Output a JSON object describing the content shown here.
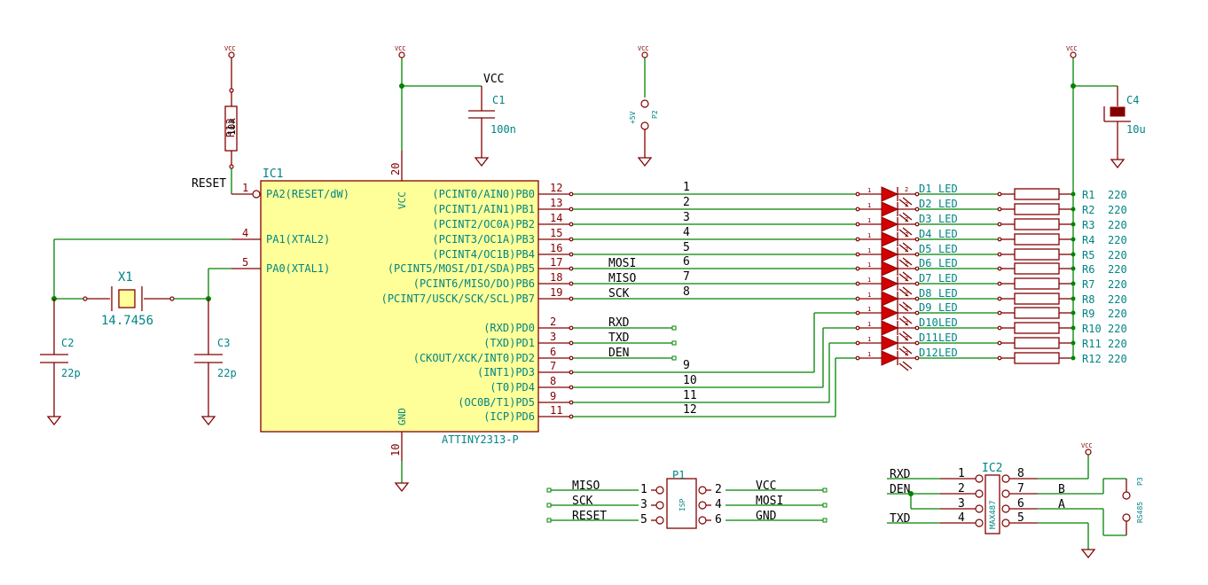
{
  "ic1": {
    "ref": "IC1",
    "value": "ATTINY2313-P",
    "left_pins": [
      {
        "num": "1",
        "name": "PA2(RESET/dW)"
      },
      {
        "num": "4",
        "name": "PA1(XTAL2)"
      },
      {
        "num": "5",
        "name": "PA0(XTAL1)"
      }
    ],
    "right_pins": [
      {
        "num": "12",
        "name": "(PCINT0/AIN0)PB0"
      },
      {
        "num": "13",
        "name": "(PCINT1/AIN1)PB1"
      },
      {
        "num": "14",
        "name": "(PCINT2/OC0A)PB2"
      },
      {
        "num": "15",
        "name": "(PCINT3/OC1A)PB3"
      },
      {
        "num": "16",
        "name": "(PCINT4/OC1B)PB4"
      },
      {
        "num": "17",
        "name": "(PCINT5/MOSI/DI/SDA)PB5"
      },
      {
        "num": "18",
        "name": "(PCINT6/MISO/DO)PB6"
      },
      {
        "num": "19",
        "name": "(PCINT7/USCK/SCK/SCL)PB7"
      },
      {
        "num": "2",
        "name": "(RXD)PD0"
      },
      {
        "num": "3",
        "name": "(TXD)PD1"
      },
      {
        "num": "6",
        "name": "(CKOUT/XCK/INT0)PD2"
      },
      {
        "num": "7",
        "name": "(INT1)PD3"
      },
      {
        "num": "8",
        "name": "(T0)PD4"
      },
      {
        "num": "9",
        "name": "(OC0B/T1)PD5"
      },
      {
        "num": "11",
        "name": "(ICP)PD6"
      }
    ],
    "vcc_pin": {
      "num": "20",
      "name": "VCC"
    },
    "gnd_pin": {
      "num": "10",
      "name": "GND"
    }
  },
  "nets": {
    "vcc": "VCC",
    "vcc_small": "VCC",
    "reset": "RESET",
    "row_labels": [
      "1",
      "2",
      "3",
      "4",
      "5",
      "6",
      "7",
      "8",
      "",
      "",
      "",
      "9",
      "10",
      "11",
      "12"
    ],
    "signal_labels": [
      "",
      "",
      "",
      "",
      "",
      "MOSI",
      "MISO",
      "SCK",
      "RXD",
      "TXD",
      "DEN",
      "",
      "",
      "",
      ""
    ]
  },
  "leds": [
    {
      "ref": "D1",
      "value": "LED"
    },
    {
      "ref": "D2",
      "value": "LED"
    },
    {
      "ref": "D3",
      "value": "LED"
    },
    {
      "ref": "D4",
      "value": "LED"
    },
    {
      "ref": "D5",
      "value": "LED"
    },
    {
      "ref": "D6",
      "value": "LED"
    },
    {
      "ref": "D7",
      "value": "LED"
    },
    {
      "ref": "D8",
      "value": "LED"
    },
    {
      "ref": "D9",
      "value": "LED"
    },
    {
      "ref": "D10",
      "value": "LED"
    },
    {
      "ref": "D11",
      "value": "LED"
    },
    {
      "ref": "D12",
      "value": "LED"
    }
  ],
  "led_pin_nums": [
    "1",
    "2"
  ],
  "resistors": [
    {
      "ref": "R1",
      "value": "220"
    },
    {
      "ref": "R2",
      "value": "220"
    },
    {
      "ref": "R3",
      "value": "220"
    },
    {
      "ref": "R4",
      "value": "220"
    },
    {
      "ref": "R5",
      "value": "220"
    },
    {
      "ref": "R6",
      "value": "220"
    },
    {
      "ref": "R7",
      "value": "220"
    },
    {
      "ref": "R8",
      "value": "220"
    },
    {
      "ref": "R9",
      "value": "220"
    },
    {
      "ref": "R10",
      "value": "220"
    },
    {
      "ref": "R11",
      "value": "220"
    },
    {
      "ref": "R12",
      "value": "220"
    }
  ],
  "r13": {
    "ref": "R13",
    "value": "10k"
  },
  "c1": {
    "ref": "C1",
    "value": "100n"
  },
  "c2": {
    "ref": "C2",
    "value": "22p"
  },
  "c3": {
    "ref": "C3",
    "value": "22p"
  },
  "c4": {
    "ref": "C4",
    "value": "10u"
  },
  "x1": {
    "ref": "X1",
    "value": "14.7456"
  },
  "p2": {
    "ref": "P2",
    "value": "+5V"
  },
  "p3": {
    "ref": "P3",
    "value": "RS485"
  },
  "p1": {
    "ref": "P1",
    "value": "ISP",
    "left": [
      {
        "net": "MISO",
        "num": "1"
      },
      {
        "net": "SCK",
        "num": "3"
      },
      {
        "net": "RESET",
        "num": "5"
      }
    ],
    "right": [
      {
        "net": "VCC",
        "num": "2"
      },
      {
        "net": "MOSI",
        "num": "4"
      },
      {
        "net": "GND",
        "num": "6"
      }
    ]
  },
  "ic2": {
    "ref": "IC2",
    "value": "MAX487",
    "left": [
      {
        "net": "RXD",
        "num": "1"
      },
      {
        "net": "DEN",
        "num": "2"
      },
      {
        "net": "",
        "num": "3"
      },
      {
        "net": "TXD",
        "num": "4"
      }
    ],
    "right": [
      {
        "net": "",
        "num": "8"
      },
      {
        "net": "B",
        "num": "7"
      },
      {
        "net": "A",
        "num": "6"
      },
      {
        "net": "",
        "num": "5"
      }
    ]
  },
  "colors": {
    "wire": "#008400",
    "component": "#840000",
    "ic_fill": "#ffff99",
    "led_fill": "#d20000",
    "text_teal": "#008484",
    "text_black": "#000000"
  }
}
